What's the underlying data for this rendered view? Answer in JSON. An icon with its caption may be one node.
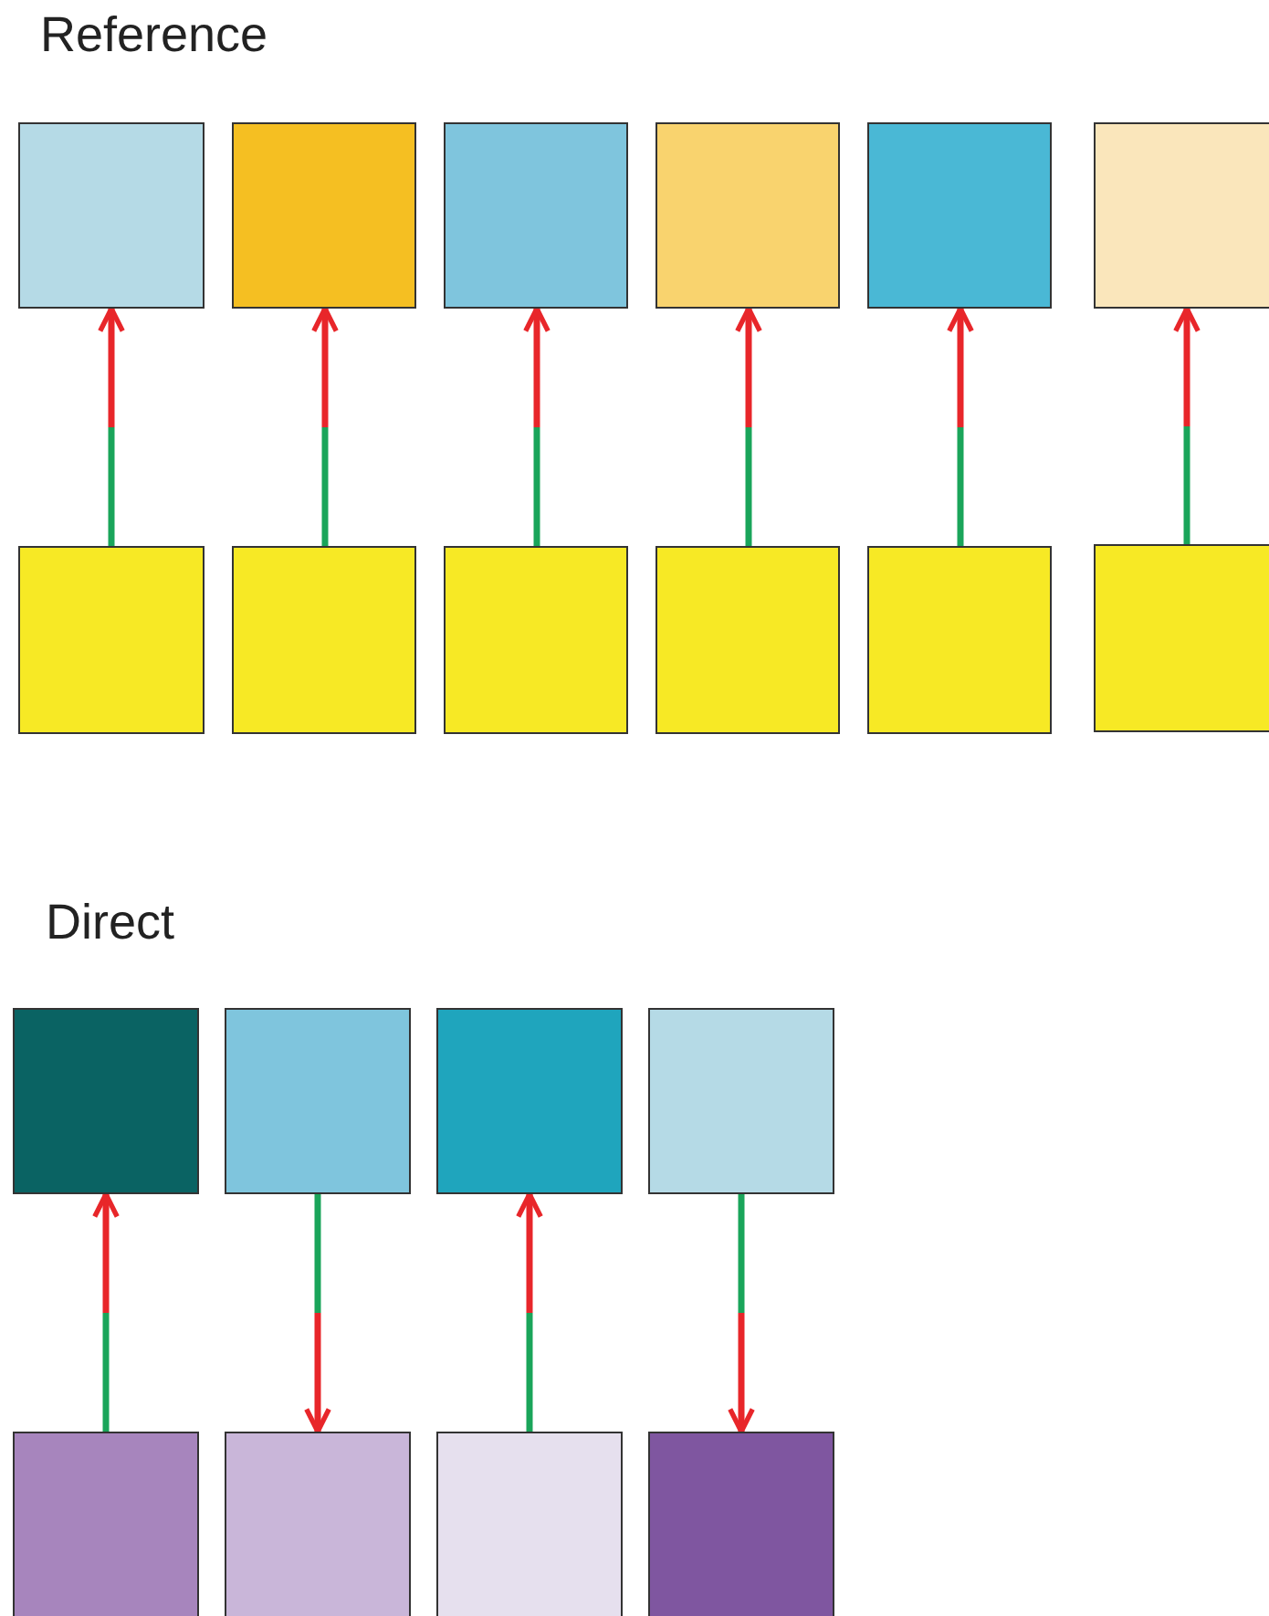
{
  "diagram": {
    "nodes": [
      {
        "text": [],
        "shape": "box"
      },
      {
        "text": [],
        "shape": "box"
      },
      {
        "text": [],
        "shape": "box"
      },
      {
        "text": [],
        "shape": "box"
      },
      {
        "text": [],
        "shape": "box"
      },
      {
        "text": [],
        "shape": "box"
      },
      {
        "text": [],
        "shape": "box"
      },
      {
        "text": [],
        "shape": "box"
      },
      {
        "text": [],
        "shape": "box"
      },
      {
        "text": [],
        "shape": "box"
      },
      {
        "text": [],
        "shape": "box"
      },
      {
        "text": [],
        "shape": "box"
      },
      {
        "text": [],
        "shape": "box"
      },
      {
        "text": [],
        "shape": "box"
      },
      {
        "text": [],
        "shape": "box"
      },
      {
        "text": [],
        "shape": "box"
      },
      {
        "text": [],
        "shape": "box"
      },
      {
        "text": [],
        "shape": "box"
      },
      {
        "text": [],
        "shape": "box"
      },
      {
        "text": [],
        "shape": "box"
      }
    ],
    "edges": [
      {
        "from": 6,
        "to": 0,
        "arrow": "to"
      },
      {
        "from": 7,
        "to": 1,
        "arrow": "to"
      },
      {
        "from": 8,
        "to": 2,
        "arrow": "to"
      },
      {
        "from": 9,
        "to": 3,
        "arrow": "to"
      },
      {
        "from": 10,
        "to": 4,
        "arrow": "to"
      },
      {
        "from": 11,
        "to": 5,
        "arrow": "to"
      },
      {
        "from": 16,
        "to": 12,
        "arrow": "to"
      },
      {
        "from": 13,
        "to": 17,
        "arrow": "to"
      },
      {
        "from": 18,
        "to": 14,
        "arrow": "to"
      },
      {
        "from": 15,
        "to": 19,
        "arrow": "to"
      }
    ],
    "labels": [
      "Reference",
      "Direct"
    ]
  }
}
